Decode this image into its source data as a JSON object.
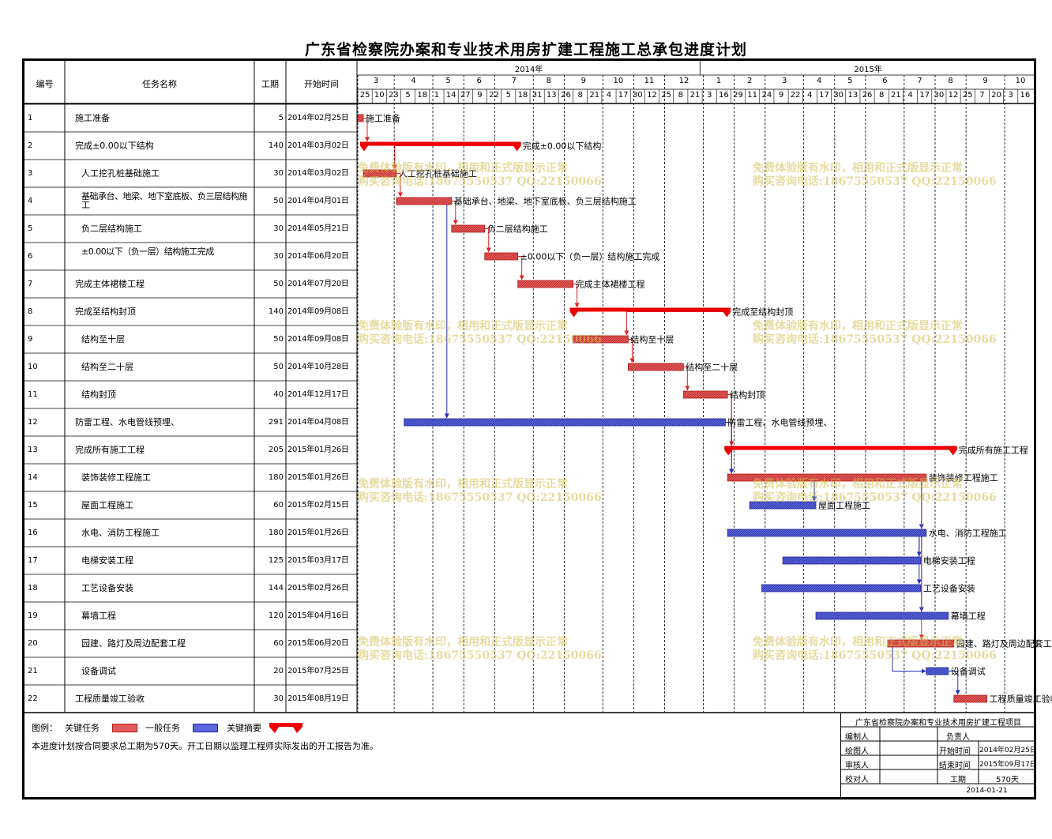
{
  "title": "广东省检察院办案和专业技术用房扩建工程施工总承包进度计划",
  "columns": {
    "id": "编号",
    "name": "任务名称",
    "duration": "工期",
    "start": "开始时间"
  },
  "timeline": {
    "years": [
      {
        "label": "2014年",
        "start": "2014-01-01"
      },
      {
        "label": "2015年",
        "start": "2015-01-01"
      }
    ],
    "months": [
      {
        "label": "3",
        "start": "2014-02-25"
      },
      {
        "label": "4",
        "start": "2014-03-30"
      },
      {
        "label": "5",
        "start": "2014-05-04"
      },
      {
        "label": "6",
        "start": "2014-06-01"
      },
      {
        "label": "7",
        "start": "2014-06-29"
      },
      {
        "label": "8",
        "start": "2014-08-03"
      },
      {
        "label": "9",
        "start": "2014-08-31"
      },
      {
        "label": "10",
        "start": "2014-10-05"
      },
      {
        "label": "11",
        "start": "2014-11-02"
      },
      {
        "label": "12",
        "start": "2014-11-30"
      },
      {
        "label": "1",
        "start": "2015-01-04"
      },
      {
        "label": "2",
        "start": "2015-02-01"
      },
      {
        "label": "3",
        "start": "2015-03-01"
      },
      {
        "label": "4",
        "start": "2015-04-05"
      },
      {
        "label": "5",
        "start": "2015-05-03"
      },
      {
        "label": "6",
        "start": "2015-05-31"
      },
      {
        "label": "7",
        "start": "2015-07-05"
      },
      {
        "label": "8",
        "start": "2015-08-02"
      },
      {
        "label": "9",
        "start": "2015-08-30"
      },
      {
        "label": "10",
        "start": "2015-10-04"
      }
    ],
    "days": [
      "25",
      "10",
      "23",
      "5",
      "18",
      "1",
      "14",
      "27",
      "9",
      "22",
      "5",
      "18",
      "31",
      "13",
      "26",
      "8",
      "21",
      "4",
      "17",
      "30",
      "12",
      "25",
      "8",
      "21",
      "3",
      "16",
      "29",
      "11",
      "24",
      "9",
      "22",
      "4",
      "17",
      "30",
      "13",
      "26",
      "8",
      "21",
      "4",
      "17",
      "30",
      "12",
      "25",
      "7",
      "20",
      "3",
      "16"
    ],
    "axis_start": "2014-02-25",
    "tick_days": 13
  },
  "chart_data": {
    "type": "gantt",
    "title": "广东省检察院办案和专业技术用房扩建工程施工总承包进度计划",
    "tasks": [
      {
        "id": "1",
        "name": "施工准备",
        "duration": 5,
        "start_label": "2014年02月25日",
        "start": "2014-02-25",
        "kind": "normal",
        "indent": 0
      },
      {
        "id": "2",
        "name": "完成±0.00以下结构",
        "duration": 140,
        "start_label": "2014年03月02日",
        "start": "2014-03-02",
        "kind": "summary",
        "indent": 0
      },
      {
        "id": "3",
        "name": "人工挖孔桩基础施工",
        "duration": 30,
        "start_label": "2014年03月02日",
        "start": "2014-03-02",
        "kind": "normal",
        "indent": 1
      },
      {
        "id": "4",
        "name": "基础承台、地梁、地下室底板、负三层结构施工",
        "duration": 50,
        "start_label": "2014年04月01日",
        "start": "2014-04-01",
        "kind": "normal",
        "indent": 1
      },
      {
        "id": "5",
        "name": "负二层结构施工",
        "duration": 30,
        "start_label": "2014年05月21日",
        "start": "2014-05-21",
        "kind": "normal",
        "indent": 1
      },
      {
        "id": "6",
        "name": "±0.00以下（负一层）结构施工完成",
        "duration": 30,
        "start_label": "2014年06月20日",
        "start": "2014-06-20",
        "kind": "normal",
        "indent": 1
      },
      {
        "id": "7",
        "name": "完成主体裙楼工程",
        "duration": 50,
        "start_label": "2014年07月20日",
        "start": "2014-07-20",
        "kind": "normal",
        "indent": 0
      },
      {
        "id": "8",
        "name": "完成至结构封顶",
        "duration": 140,
        "start_label": "2014年09月08日",
        "start": "2014-09-08",
        "kind": "summary",
        "indent": 0
      },
      {
        "id": "9",
        "name": "结构至十层",
        "duration": 50,
        "start_label": "2014年09月08日",
        "start": "2014-09-08",
        "kind": "normal",
        "indent": 1
      },
      {
        "id": "10",
        "name": "结构至二十层",
        "duration": 50,
        "start_label": "2014年10月28日",
        "start": "2014-10-28",
        "kind": "normal",
        "indent": 1
      },
      {
        "id": "11",
        "name": "结构封顶",
        "duration": 40,
        "start_label": "2014年12月17日",
        "start": "2014-12-17",
        "kind": "normal",
        "indent": 1
      },
      {
        "id": "12",
        "name": "防雷工程、水电管线预埋、",
        "duration": 291,
        "start_label": "2014年04月08日",
        "start": "2014-04-08",
        "kind": "critical",
        "indent": 0
      },
      {
        "id": "13",
        "name": "完成所有施工工程",
        "duration": 205,
        "start_label": "2015年01月26日",
        "start": "2015-01-26",
        "kind": "summary",
        "indent": 0
      },
      {
        "id": "14",
        "name": "装饰装修工程施工",
        "duration": 180,
        "start_label": "2015年01月26日",
        "start": "2015-01-26",
        "kind": "normal",
        "indent": 1
      },
      {
        "id": "15",
        "name": "屋面工程施工",
        "duration": 60,
        "start_label": "2015年02月15日",
        "start": "2015-02-15",
        "kind": "critical",
        "indent": 1
      },
      {
        "id": "16",
        "name": "水电、消防工程施工",
        "duration": 180,
        "start_label": "2015年01月26日",
        "start": "2015-01-26",
        "kind": "critical",
        "indent": 1
      },
      {
        "id": "17",
        "name": "电梯安装工程",
        "duration": 125,
        "start_label": "2015年03月17日",
        "start": "2015-03-17",
        "kind": "critical",
        "indent": 1
      },
      {
        "id": "18",
        "name": "工艺设备安装",
        "duration": 144,
        "start_label": "2015年02月26日",
        "start": "2015-02-26",
        "kind": "critical",
        "indent": 1
      },
      {
        "id": "19",
        "name": "幕墙工程",
        "duration": 120,
        "start_label": "2015年04月16日",
        "start": "2015-04-16",
        "kind": "critical",
        "indent": 1
      },
      {
        "id": "20",
        "name": "园建、路灯及周边配套工程",
        "duration": 60,
        "start_label": "2015年06月20日",
        "start": "2015-06-20",
        "kind": "normal",
        "indent": 1
      },
      {
        "id": "21",
        "name": "设备调试",
        "duration": 20,
        "start_label": "2015年07月25日",
        "start": "2015-07-25",
        "kind": "critical",
        "indent": 1
      },
      {
        "id": "22",
        "name": "工程质量竣工验收",
        "duration": 30,
        "start_label": "2015年08月19日",
        "start": "2015-08-19",
        "kind": "normal",
        "indent": 0
      }
    ],
    "links": [
      [
        1,
        2
      ],
      [
        2,
        3
      ],
      [
        3,
        4
      ],
      [
        4,
        5
      ],
      [
        5,
        6
      ],
      [
        6,
        7
      ],
      [
        7,
        8
      ],
      [
        8,
        9
      ],
      [
        9,
        10
      ],
      [
        10,
        11
      ],
      [
        11,
        13
      ],
      [
        11,
        14
      ],
      [
        4,
        12
      ],
      [
        12,
        14
      ],
      [
        14,
        15
      ],
      [
        14,
        16
      ],
      [
        16,
        17
      ],
      [
        16,
        18
      ],
      [
        16,
        19
      ],
      [
        14,
        20
      ],
      [
        20,
        21
      ],
      [
        21,
        22
      ]
    ]
  },
  "colors": {
    "critical": "#3344cc",
    "normal": "#dd3333",
    "summary": "#ee0000",
    "link_red": "#dd2222",
    "link_blue": "#2233bb"
  },
  "watermark": {
    "line1": "免费体验版有水印，相用和正式版显示正常",
    "line2": "购买咨询电话:18675550537 QQ:22150066"
  },
  "legend": {
    "label": "图例：",
    "critical_label": "关键任务",
    "normal_label": "一般任务",
    "summary_label": "关键摘要",
    "note": "本进度计划按合同要求总工期为570天。开工日期以监理工程师实际发出的开工报告为准。"
  },
  "titleblock": {
    "project": "广东省检察院办案和专业技术用房扩建工程项目",
    "editor_label": "编制人",
    "owner_label": "负责人",
    "drawer_label": "绘图人",
    "start_label": "开始时间",
    "start_value": "2014年02月25日",
    "reviewer_label": "审核人",
    "end_label": "结束时间",
    "end_value": "2015年09月17日",
    "checker_label": "校对人",
    "duration_label": "工期",
    "duration_value": "570天",
    "date": "2014-01-21"
  }
}
